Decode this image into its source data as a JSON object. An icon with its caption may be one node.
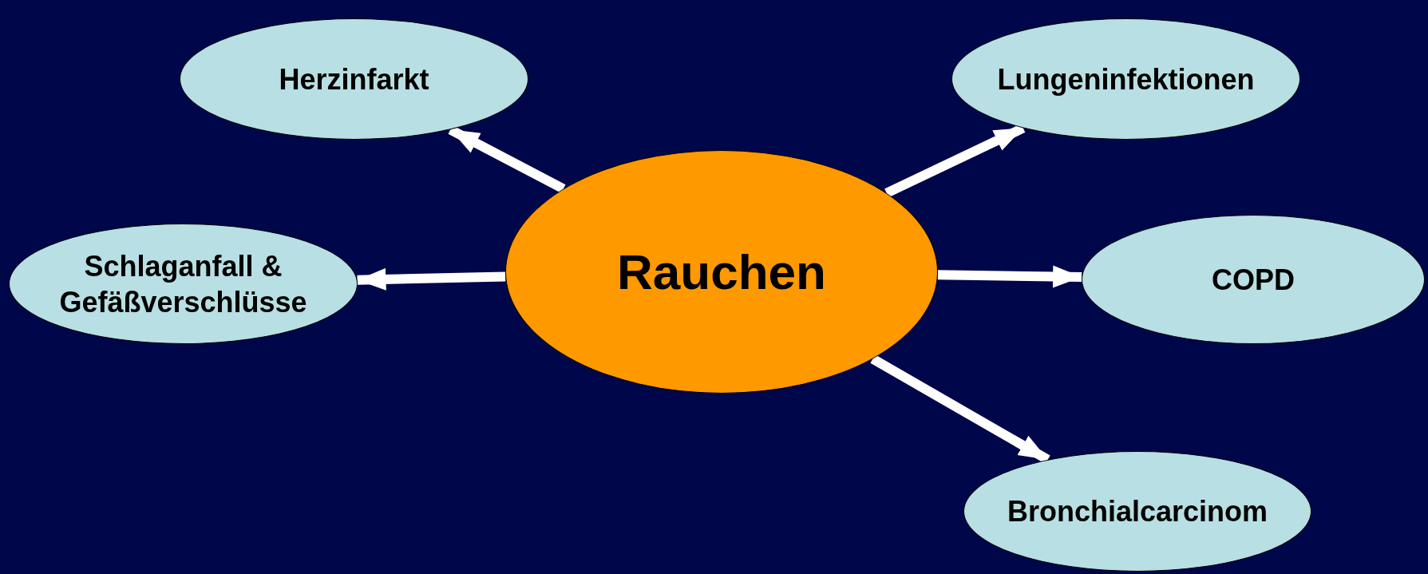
{
  "diagram": {
    "nodes": [
      {
        "text": [
          "Herzinfarkt"
        ]
      },
      {
        "text": [
          "Lungeninfektionen"
        ]
      },
      {
        "text": [
          "Schlaganfall & Gefäßverschlüsse"
        ]
      },
      {
        "text": [
          "Rauchen"
        ]
      },
      {
        "text": [
          "COPD"
        ]
      },
      {
        "text": [
          "Bronchialcarcinom"
        ]
      }
    ],
    "edges": [
      {
        "from": 3,
        "to": 0,
        "arrow": "to"
      },
      {
        "from": 3,
        "to": 1,
        "arrow": "to"
      },
      {
        "from": 3,
        "to": 2,
        "arrow": "to"
      },
      {
        "from": 3,
        "to": 4,
        "arrow": "to"
      },
      {
        "from": 3,
        "to": 5,
        "arrow": "to"
      }
    ]
  }
}
